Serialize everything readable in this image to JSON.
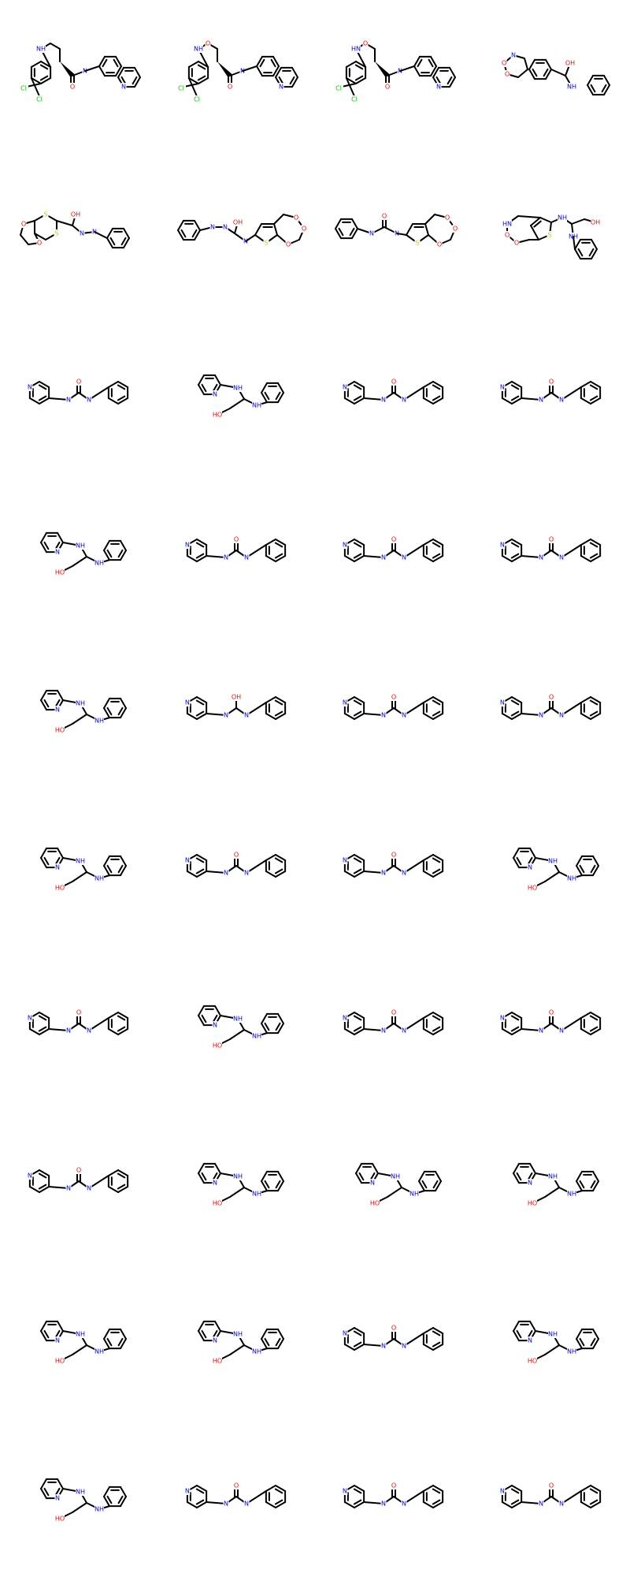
{
  "colors": {
    "bond": "#000000",
    "N": "#0000ff",
    "O": "#ff0000",
    "S": "#cccc00",
    "Cl": "#00cc00",
    "background": "#ffffff"
  },
  "grid": {
    "columns": 4,
    "rows": 10
  },
  "molecules": [
    {
      "type": "A",
      "labels": {
        "ring_nh": "NH",
        "amide_nh": "N",
        "amide_o": "O",
        "n_arom": "N",
        "cl1": "Cl",
        "cl2": "Cl"
      }
    },
    {
      "type": "B",
      "labels": {
        "ring_nh": "NH",
        "ring_o": "O",
        "amide_nh": "N",
        "amide_o": "O",
        "n_arom": "N",
        "cl1": "Cl",
        "cl2": "Cl"
      }
    },
    {
      "type": "C",
      "labels": {
        "ring_nh": "HN",
        "ring_o": "O",
        "amide_nh": "N",
        "amide_o": "O",
        "n_arom": "N",
        "cl1": "Cl",
        "cl2": "Cl"
      }
    },
    {
      "type": "D",
      "labels": {
        "ring_o1": "O",
        "ring_o2": "O",
        "ring_nh": "N",
        "oh": "OH",
        "nh": "NH"
      }
    },
    {
      "type": "E",
      "labels": {
        "s1": "S",
        "s2": "S",
        "o1": "O",
        "o2": "O",
        "oh": "OH",
        "n1": "N",
        "n2": "N"
      }
    },
    {
      "type": "F",
      "labels": {
        "n1": "N",
        "n2": "N",
        "n3": "N",
        "oh": "OH",
        "s": "S",
        "o1": "O",
        "o2": "O",
        "o3": "O"
      }
    },
    {
      "type": "G",
      "labels": {
        "n1": "N",
        "n2": "N",
        "o_carbonyl": "O",
        "s": "S",
        "o1": "O",
        "o2": "O",
        "o3": "O"
      }
    },
    {
      "type": "H",
      "labels": {
        "hn": "HN",
        "o1": "O",
        "o2": "O",
        "s": "S",
        "nh1": "NH",
        "nh2": "NH",
        "oh": "OH"
      }
    },
    {
      "type": "U",
      "labels": {
        "n_arom": "N",
        "nh1": "N",
        "nh2": "N",
        "o": "O"
      }
    },
    {
      "type": "S",
      "labels": {
        "n_arom": "N",
        "nh1": "NH",
        "nh2": "NH",
        "ho": "HO"
      }
    },
    {
      "type": "U",
      "labels": {
        "n_arom": "N",
        "nh1": "N",
        "nh2": "N",
        "o": "O"
      }
    },
    {
      "type": "U",
      "labels": {
        "n_arom": "N",
        "nh1": "N",
        "nh2": "N",
        "o": "O"
      }
    },
    {
      "type": "S",
      "labels": {
        "n_arom": "N",
        "nh1": "NH",
        "nh2": "NH",
        "ho": "HO"
      }
    },
    {
      "type": "U",
      "labels": {
        "n_arom": "N",
        "nh1": "N",
        "nh2": "N",
        "o": "O"
      }
    },
    {
      "type": "U",
      "labels": {
        "n_arom": "N",
        "nh1": "N",
        "nh2": "N",
        "o": "O"
      }
    },
    {
      "type": "U",
      "labels": {
        "n_arom": "N",
        "nh1": "N",
        "nh2": "N",
        "o": "O"
      }
    },
    {
      "type": "S",
      "labels": {
        "n_arom": "N",
        "nh1": "NH",
        "nh2": "NH",
        "ho": "HO"
      }
    },
    {
      "type": "V",
      "labels": {
        "n_arom": "N",
        "nh1": "N",
        "nh2": "N",
        "oh": "OH"
      }
    },
    {
      "type": "U",
      "labels": {
        "n_arom": "N",
        "nh1": "N",
        "nh2": "N",
        "o": "O"
      }
    },
    {
      "type": "U",
      "labels": {
        "n_arom": "N",
        "nh1": "N",
        "nh2": "N",
        "o": "O"
      }
    },
    {
      "type": "S",
      "labels": {
        "n_arom": "N",
        "nh1": "NH",
        "nh2": "NH",
        "ho": "HO"
      }
    },
    {
      "type": "U",
      "labels": {
        "n_arom": "N",
        "nh1": "N",
        "nh2": "N",
        "o": "O"
      }
    },
    {
      "type": "U",
      "labels": {
        "n_arom": "N",
        "nh1": "N",
        "nh2": "N",
        "o": "O"
      }
    },
    {
      "type": "S",
      "labels": {
        "n_arom": "N",
        "nh1": "NH",
        "nh2": "NH",
        "ho": "HO"
      }
    },
    {
      "type": "U",
      "labels": {
        "n_arom": "N",
        "nh1": "N",
        "nh2": "N",
        "o": "O"
      }
    },
    {
      "type": "S",
      "labels": {
        "n_arom": "N",
        "nh1": "NH",
        "nh2": "NH",
        "ho": "HO"
      }
    },
    {
      "type": "U",
      "labels": {
        "n_arom": "N",
        "nh1": "N",
        "nh2": "N",
        "o": "O"
      }
    },
    {
      "type": "U",
      "labels": {
        "n_arom": "N",
        "nh1": "N",
        "nh2": "N",
        "o": "O"
      }
    },
    {
      "type": "U",
      "labels": {
        "n_arom": "N",
        "nh1": "N",
        "nh2": "N",
        "o": "O"
      }
    },
    {
      "type": "S",
      "labels": {
        "n_arom": "N",
        "nh1": "NH",
        "nh2": "NH",
        "ho": "HO"
      }
    },
    {
      "type": "S",
      "labels": {
        "n_arom": "N",
        "nh1": "NH",
        "nh2": "NH",
        "ho": "HO"
      }
    },
    {
      "type": "S",
      "labels": {
        "n_arom": "N",
        "nh1": "NH",
        "nh2": "NH",
        "ho": "HO"
      }
    },
    {
      "type": "S",
      "labels": {
        "n_arom": "N",
        "nh1": "NH",
        "nh2": "NH",
        "ho": "HO"
      }
    },
    {
      "type": "S",
      "labels": {
        "n_arom": "N",
        "nh1": "NH",
        "nh2": "NH",
        "ho": "HO"
      }
    },
    {
      "type": "U",
      "labels": {
        "n_arom": "N",
        "nh1": "N",
        "nh2": "N",
        "o": "O"
      }
    },
    {
      "type": "S",
      "labels": {
        "n_arom": "N",
        "nh1": "NH",
        "nh2": "NH",
        "ho": "HO"
      }
    },
    {
      "type": "S",
      "labels": {
        "n_arom": "N",
        "nh1": "NH",
        "nh2": "NH",
        "ho": "HO"
      }
    },
    {
      "type": "U",
      "labels": {
        "n_arom": "N",
        "nh1": "N",
        "nh2": "N",
        "o": "O"
      }
    },
    {
      "type": "U",
      "labels": {
        "n_arom": "N",
        "nh1": "N",
        "nh2": "N",
        "o": "O"
      }
    },
    {
      "type": "U",
      "labels": {
        "n_arom": "N",
        "nh1": "N",
        "nh2": "N",
        "o": "O"
      }
    }
  ]
}
